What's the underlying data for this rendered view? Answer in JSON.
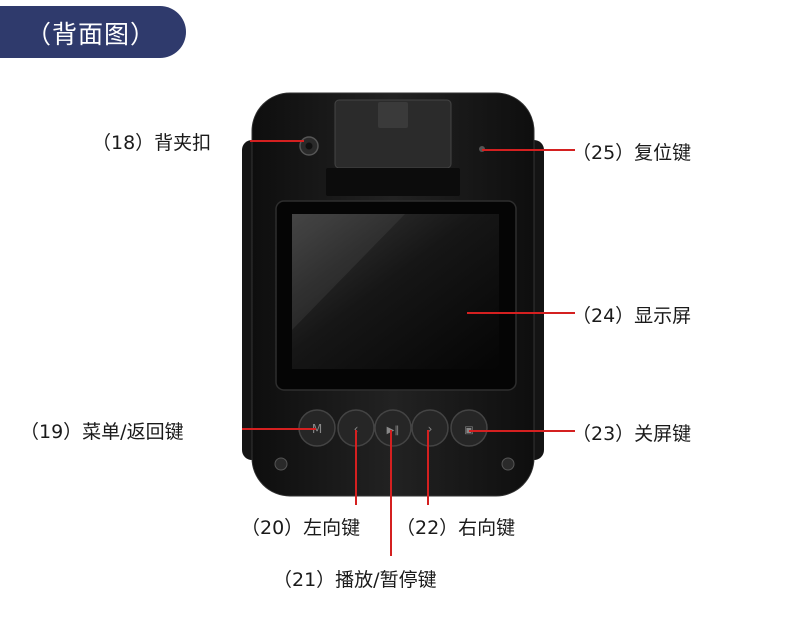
{
  "title": "（背面图）",
  "labels": {
    "l18": "（18）背夹扣",
    "l19": "（19）菜单/返回键",
    "l20": "（20）左向键",
    "l21": "（21）播放/暂停键",
    "l22": "（22）右向键",
    "l23": "（23）关屏键",
    "l24": "（24）显示屏",
    "l25": "（25）复位键"
  },
  "colors": {
    "title_bg": "#2f3a6c",
    "leader_line": "#d42020",
    "device_body": "#1b1b1b"
  }
}
